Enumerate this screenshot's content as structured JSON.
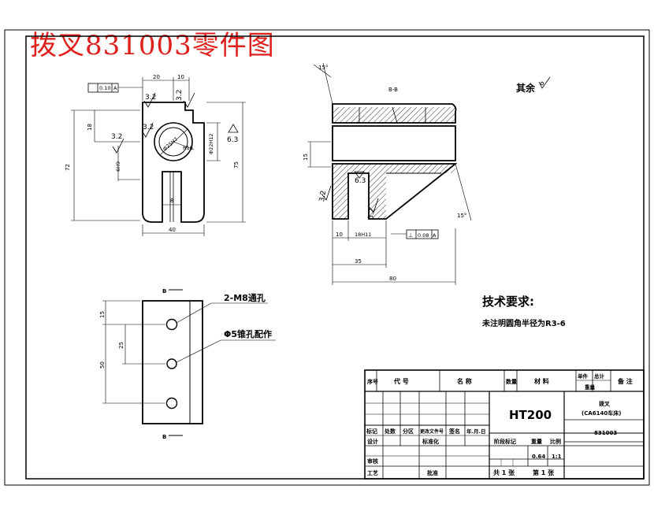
{
  "title": "拨叉831003零件图",
  "sectionLabel": "B-B",
  "surfaceRest": "其余",
  "dims": {
    "front": {
      "flatness": "0.10",
      "datumA": "A",
      "w20": "20",
      "w10": "10",
      "r32a": "3.2",
      "r32b": "3.2",
      "r32c": "3.2",
      "r32d": "3.2",
      "h72": "72",
      "h75": "75",
      "h18": "18",
      "dia22": "Φ22H12",
      "dia25": "Φ25H7",
      "r10": "R10",
      "r63": "6.3",
      "h9": "6H9",
      "slot8": "8",
      "w40": "40"
    },
    "section": {
      "angle15a": "15°",
      "angle15b": "15°",
      "d15": "15",
      "d10": "10",
      "d18": "18H11",
      "d35": "35",
      "d80": "80",
      "r32": "3.2",
      "r63": "6.3",
      "r32c": "3.2",
      "perp": "⊥",
      "perpVal": "0.08",
      "perpDatum": "A"
    },
    "side": {
      "b1": "B",
      "b2": "B",
      "d15": "15",
      "d25": "25",
      "d50": "50",
      "note1": "2-M8通孔",
      "note2": "Φ5锥孔配作"
    }
  },
  "tech": {
    "heading": "技术要求:",
    "line1": "未注明圆角半径为R3-6"
  },
  "titleBlock": {
    "h_seq": "序号",
    "h_code": "代  号",
    "h_name": "名  称",
    "h_qty": "数量",
    "h_mat": "材  料",
    "h_single": "单件",
    "h_total": "总计",
    "h_weight": "重量",
    "h_remark": "备 注",
    "material": "HT200",
    "partName": "拨叉",
    "machine": "(CA6140车床)",
    "drawingNo": "831003",
    "r_mark": "标记",
    "r_count": "处数",
    "r_zone": "分区",
    "r_docno": "更改文件号",
    "r_sign": "签名",
    "r_date": "年.月.日",
    "r_design": "设计",
    "r_std": "标准化",
    "r_stage": "阶段标记",
    "r_weight": "重量",
    "r_scale": "比例",
    "r_check": "审核",
    "r_process": "工艺",
    "r_approve": "批准",
    "weightVal": "0.64",
    "scaleVal": "1:1",
    "sheets": "共 1 张",
    "sheetNo": "第 1 张"
  }
}
